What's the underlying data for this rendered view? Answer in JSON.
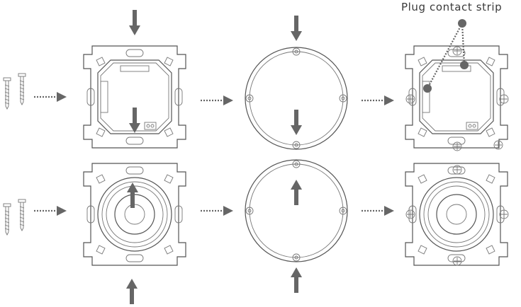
{
  "diagram": {
    "callout_label": "Plug contact strip",
    "colors": {
      "line": "#555555",
      "arrow": "#666666",
      "background": "#ffffff"
    },
    "rows": [
      {
        "name": "top-row",
        "steps": [
          "screws",
          "insert-plate-back",
          "cover-ring",
          "insert-with-contact-strip"
        ]
      },
      {
        "name": "bottom-row",
        "steps": [
          "screws",
          "insert-plate-front",
          "cover-ring",
          "insert-front-assembled"
        ]
      }
    ]
  }
}
